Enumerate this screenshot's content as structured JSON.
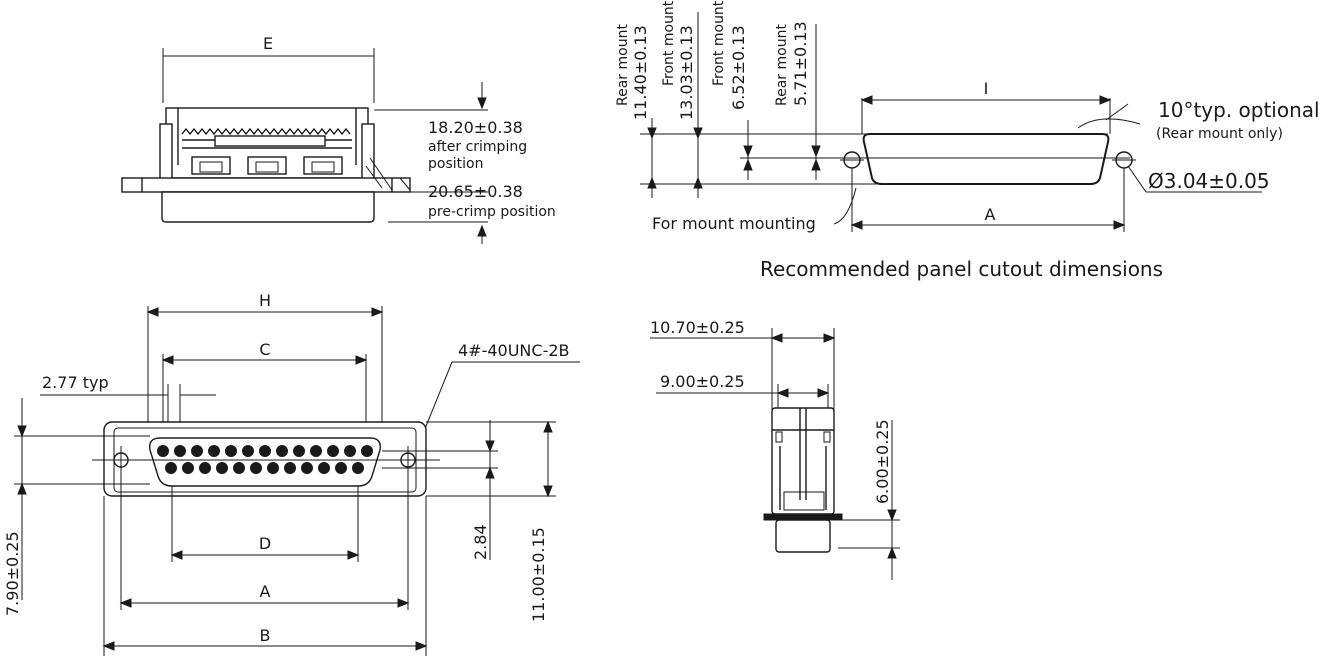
{
  "side_view": {
    "dim_e": "E",
    "dim_crimped": "18.20±0.38",
    "note_crimped_1": "after crimping",
    "note_crimped_2": "position",
    "dim_precrimp": "20.65±0.38",
    "note_precrimp": "pre-crimp position"
  },
  "cutout": {
    "rear_mount_a_label": "Rear mount",
    "rear_mount_a_value": "11.40±0.13",
    "front_mount_a_label": "Front mount",
    "front_mount_a_value": "13.03±0.13",
    "front_mount_b_label": "Front mount",
    "front_mount_b_value": "6.52±0.13",
    "rear_mount_b_label": "Rear mount",
    "rear_mount_b_value": "5.71±0.13",
    "dim_i": "I",
    "angle_note": "10°typ. optional",
    "angle_subnote": "(Rear mount only)",
    "hole_dim": "Ø3.04±0.05",
    "dim_a": "A",
    "mount_note": "For mount mounting",
    "title": "Recommended panel cutout dimensions"
  },
  "front_view": {
    "dim_h": "H",
    "dim_c": "C",
    "thread": "4#-40UNC-2B",
    "pitch": "2.77 typ",
    "dim_d": "D",
    "dim_a": "A",
    "dim_b": "B",
    "height_left": "7.90±0.25",
    "row_spacing": "2.84",
    "height_right": "11.00±0.15"
  },
  "end_view": {
    "width_outer": "10.70±0.25",
    "width_inner": "9.00±0.25",
    "height": "6.00±0.25"
  }
}
